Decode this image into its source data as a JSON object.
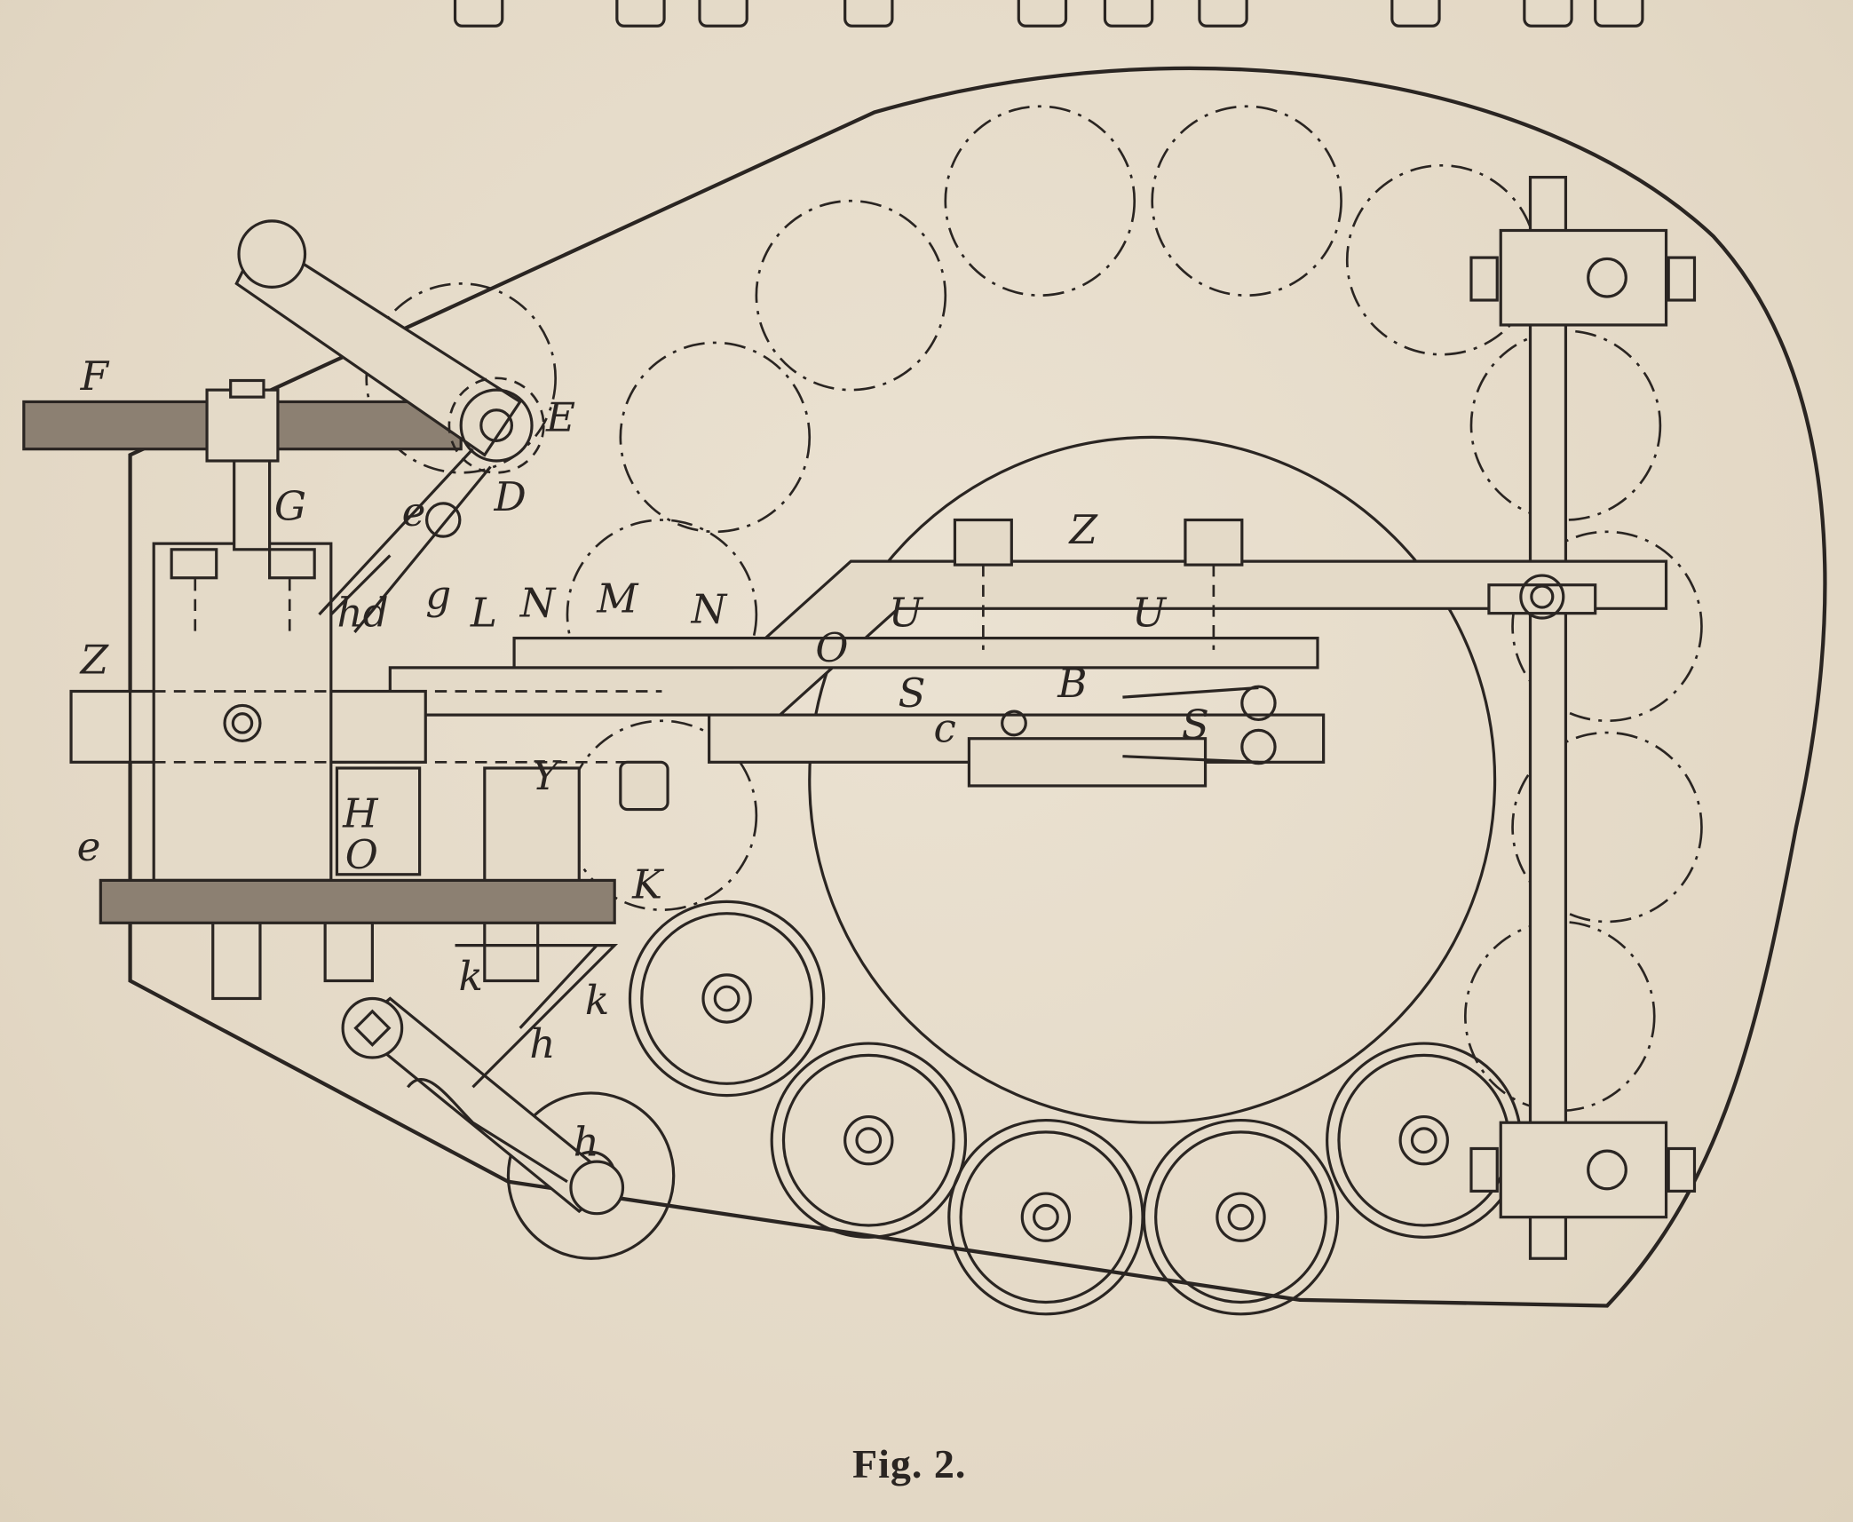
{
  "figure": {
    "caption": "Fig. 2.",
    "labels": {
      "F": "F",
      "G": "G",
      "E": "E",
      "D": "D",
      "Z_left": "Z",
      "Z_arm": "Z",
      "hd": "hd",
      "e": "e",
      "g": "g",
      "L": "L",
      "N1": "N",
      "M": "M",
      "N2": "N",
      "U1": "U",
      "U2": "U",
      "O": "O",
      "S1": "S",
      "B": "B",
      "c": "c",
      "S2": "S",
      "Y": "Y",
      "H": "H",
      "O2": "O",
      "K": "K",
      "k1": "k",
      "k2": "k",
      "h1": "h",
      "h2": "h",
      "small": "e"
    }
  }
}
